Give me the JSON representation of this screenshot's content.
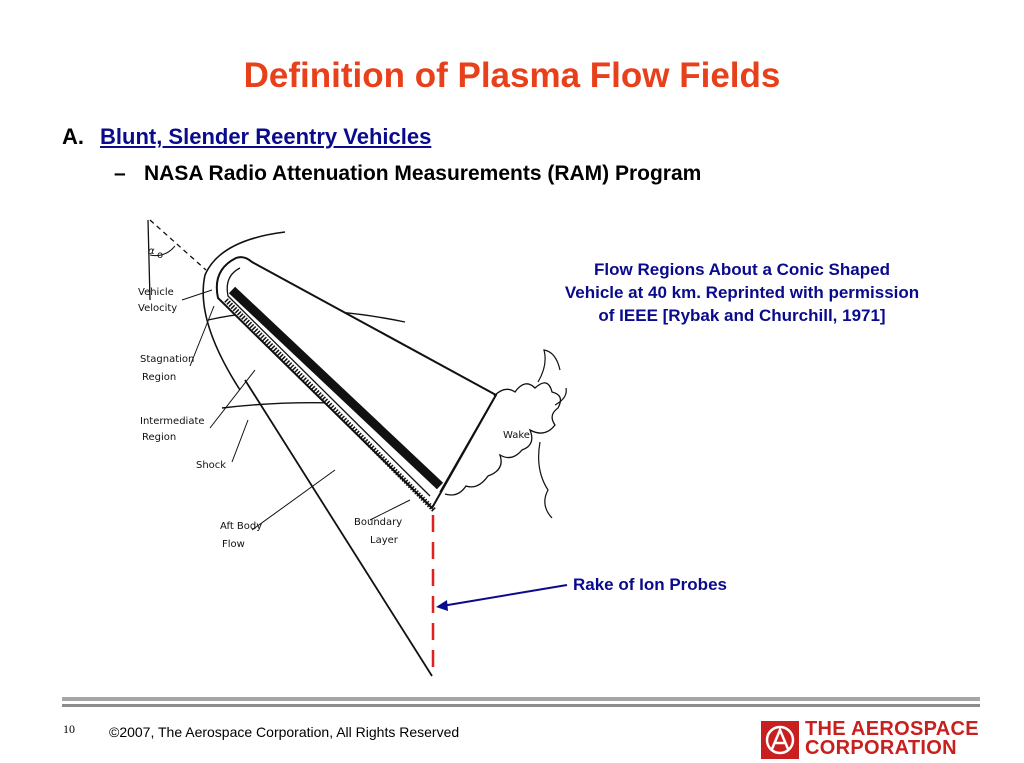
{
  "slide": {
    "title": "Definition of Plasma Flow Fields",
    "bullet_a": {
      "marker": "A.",
      "text": "Blunt, Slender Reentry Vehicles"
    },
    "sub_bullet": {
      "dash": "–",
      "text": "NASA Radio Attenuation Measurements (RAM) Program"
    }
  },
  "figure": {
    "caption_lines": [
      "Flow Regions About a Conic Shaped",
      "Vehicle at 40 km. Reprinted with permission",
      "of IEEE [Rybak and Churchill, 1971]"
    ],
    "rake_label": "Rake of Ion Probes",
    "labels": {
      "alpha": "α",
      "alpha_sub": "o",
      "vehicle_velocity_1": "Vehicle",
      "vehicle_velocity_2": "Velocity",
      "stagnation_1": "Stagnation",
      "stagnation_2": "Region",
      "intermediate_1": "Intermediate",
      "intermediate_2": "Region",
      "shock": "Shock",
      "aft_body_1": "Aft Body",
      "aft_body_2": "Flow",
      "boundary_1": "Boundary",
      "boundary_2": "Layer",
      "wake": "Wake"
    },
    "colors": {
      "rake": "#e02020",
      "arrow": "#0a0a8c"
    }
  },
  "footer": {
    "page_number": "10",
    "copyright": "©2007, The Aerospace Corporation, All Rights Reserved",
    "logo_line1": "THE AEROSPACE",
    "logo_line2": "CORPORATION"
  },
  "colors": {
    "title": "#e8401a",
    "accent_blue": "#0a0a8c",
    "logo_red": "#c8201e"
  }
}
